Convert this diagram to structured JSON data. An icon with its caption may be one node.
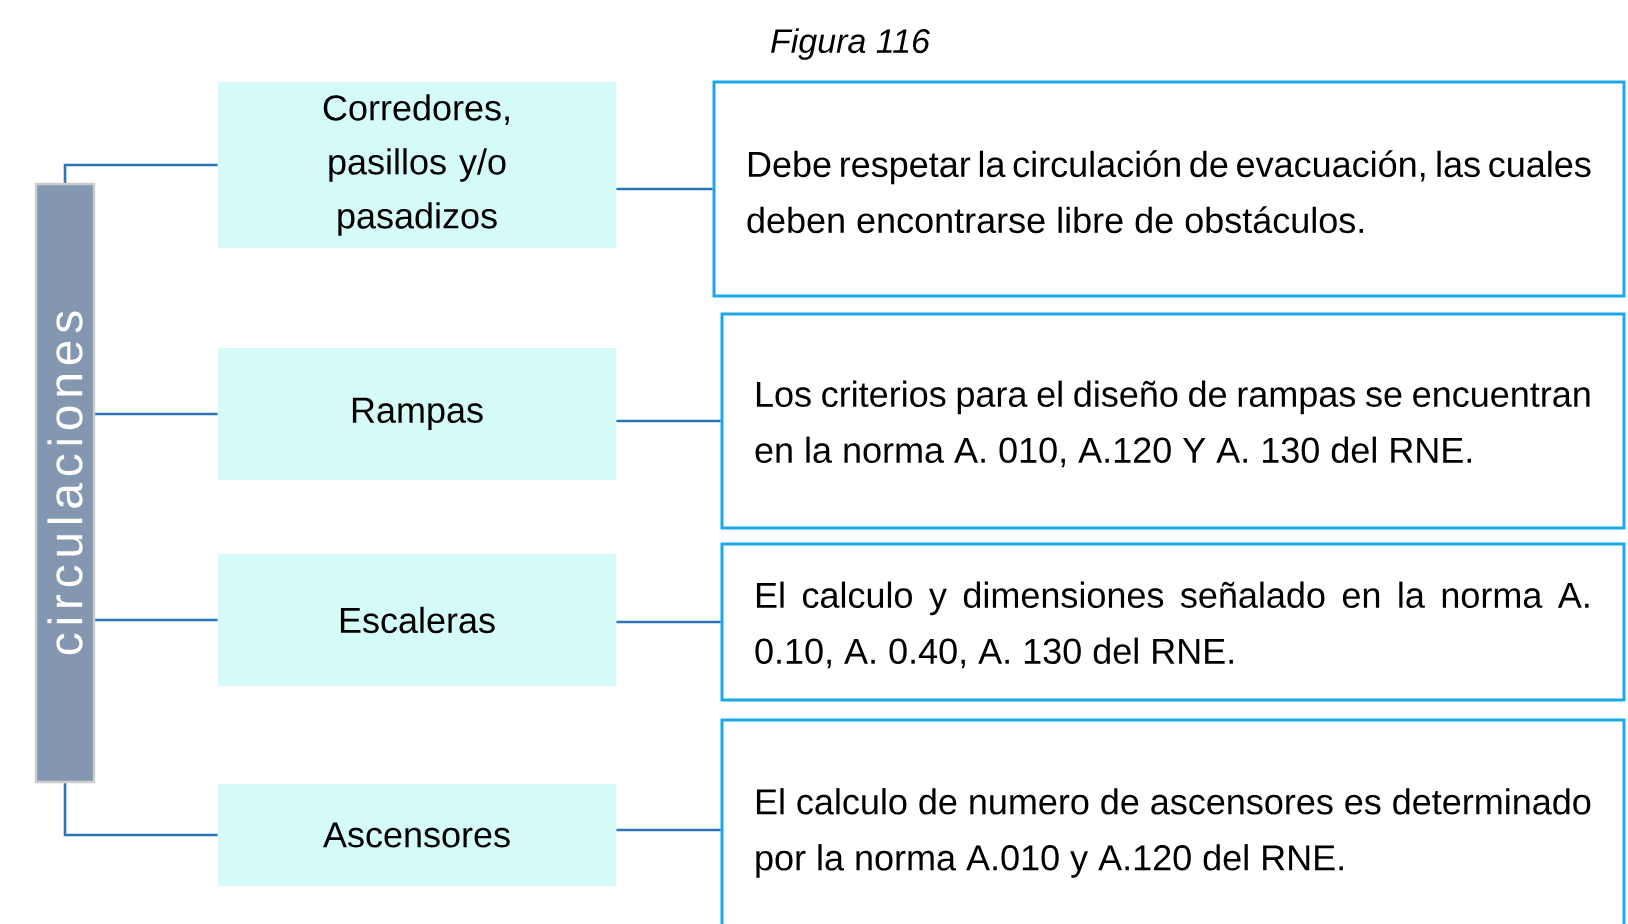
{
  "diagram": {
    "title": "Figura 116",
    "nodes": [
      {
        "text": [
          "circulaciones"
        ]
      },
      {
        "text": [
          "Corredores, pasillos y/o pasadizos"
        ]
      },
      {
        "text": [
          "Rampas"
        ]
      },
      {
        "text": [
          "Escaleras"
        ]
      },
      {
        "text": [
          "Ascensores"
        ]
      },
      {
        "text": [
          "Debe respetar la circulación de evacuación, las cuales deben encontrarse libre de obstáculos."
        ]
      },
      {
        "text": [
          "Los criterios para el diseño de rampas se encuentran en la norma A. 010, A.120 Y A. 130 del RNE."
        ]
      },
      {
        "text": [
          "El calculo y dimensiones señalado en la norma A. 0.10, A. 0.40, A. 130 del RNE."
        ]
      },
      {
        "text": [
          "El calculo de numero de ascensores es determinado por la norma A.010 y A.120 del RNE."
        ]
      }
    ],
    "edges": [
      {
        "from": 0,
        "to": 1,
        "arrow": "none"
      },
      {
        "from": 0,
        "to": 2,
        "arrow": "none"
      },
      {
        "from": 0,
        "to": 3,
        "arrow": "none"
      },
      {
        "from": 0,
        "to": 4,
        "arrow": "none"
      },
      {
        "from": 1,
        "to": 5,
        "arrow": "none"
      },
      {
        "from": 2,
        "to": 6,
        "arrow": "none"
      },
      {
        "from": 3,
        "to": 7,
        "arrow": "none"
      },
      {
        "from": 4,
        "to": 8,
        "arrow": "none"
      }
    ]
  }
}
